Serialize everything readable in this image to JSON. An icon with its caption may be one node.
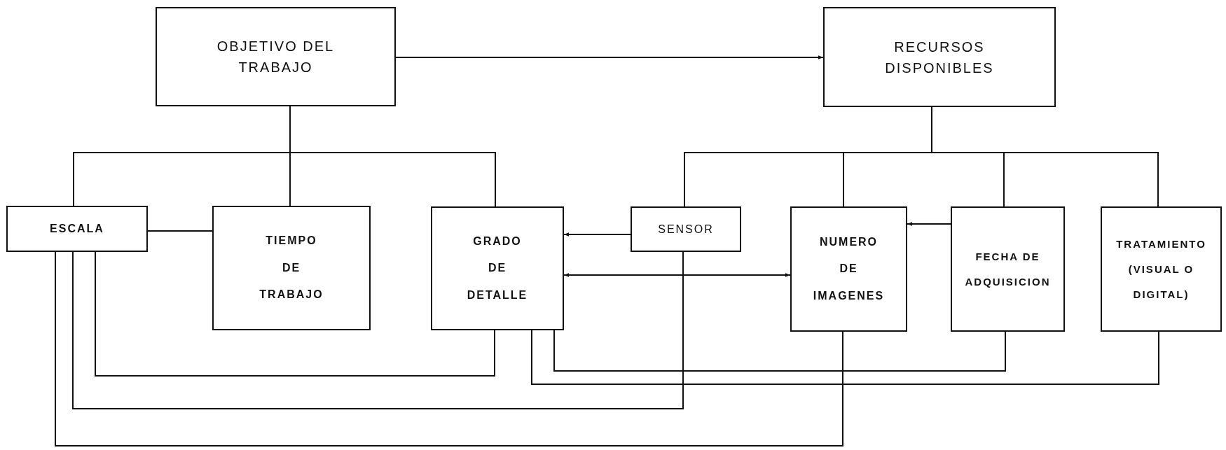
{
  "diagram": {
    "nodes": [
      {
        "text": [
          "OBJETIVO DEL TRABAJO"
        ]
      },
      {
        "text": [
          "RECURSOS DISPONIBLES"
        ]
      },
      {
        "text": [
          "ESCALA"
        ]
      },
      {
        "text": [
          "TIEMPO DE TRABAJO"
        ]
      },
      {
        "text": [
          "GRADO DE DETALLE"
        ]
      },
      {
        "text": [
          "SENSOR"
        ]
      },
      {
        "text": [
          "NUMERO DE IMAGENES"
        ]
      },
      {
        "text": [
          "FECHA DE ADQUISICION"
        ]
      },
      {
        "text": [
          "TRATAMIENTO (VISUAL O DIGITAL)"
        ]
      }
    ],
    "edges": [
      {
        "from": 0,
        "to": 1,
        "arrow": "to"
      },
      {
        "from": 0,
        "to": 2,
        "arrow": "none"
      },
      {
        "from": 0,
        "to": 3,
        "arrow": "none"
      },
      {
        "from": 0,
        "to": 4,
        "arrow": "none"
      },
      {
        "from": 1,
        "to": 5,
        "arrow": "none"
      },
      {
        "from": 1,
        "to": 6,
        "arrow": "none"
      },
      {
        "from": 1,
        "to": 7,
        "arrow": "none"
      },
      {
        "from": 1,
        "to": 8,
        "arrow": "none"
      },
      {
        "from": 2,
        "to": 3,
        "arrow": "none"
      },
      {
        "from": 5,
        "to": 4,
        "arrow": "to"
      },
      {
        "from": 4,
        "to": 6,
        "arrow": "both"
      },
      {
        "from": 7,
        "to": 6,
        "arrow": "to"
      },
      {
        "from": 2,
        "to": 4,
        "arrow": "none"
      },
      {
        "from": 2,
        "to": 5,
        "arrow": "none"
      },
      {
        "from": 2,
        "to": 6,
        "arrow": "none"
      },
      {
        "from": 4,
        "to": 7,
        "arrow": "none"
      },
      {
        "from": 4,
        "to": 8,
        "arrow": "none"
      }
    ]
  }
}
